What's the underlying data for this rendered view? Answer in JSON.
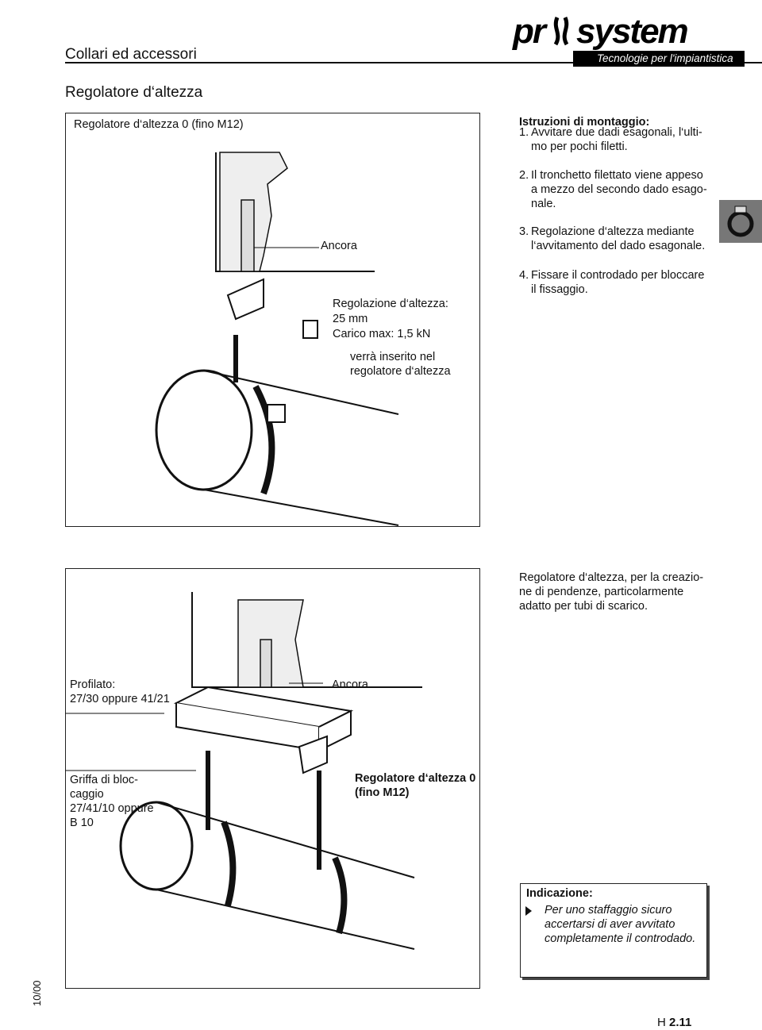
{
  "header": {
    "section_title": "Collari ed accessori",
    "logo_text": "pr system",
    "logo_tagline": "Tecnologie per l'impiantistica"
  },
  "page_title": "Regolatore d‘altezza",
  "figure1": {
    "title": "Regolatore d‘altezza 0 (fino M12)",
    "label_anchor": "Ancora",
    "label_spec_1": "Regolazione d‘altezza:",
    "label_spec_2": "25 mm",
    "label_spec_3": "Carico max: 1,5 kN",
    "label_insert_1": "verrà inserito nel",
    "label_insert_2": "regolatore d‘altezza"
  },
  "instructions": {
    "heading": "Istruzioni di montaggio:",
    "steps": [
      {
        "n": "1.",
        "lines": [
          "Avvitare due dadi esagonali, l‘ulti-",
          "mo per pochi filetti."
        ]
      },
      {
        "n": "2.",
        "lines": [
          "Il tronchetto filettato viene appeso",
          "a mezzo del secondo dado esago-",
          "nale."
        ]
      },
      {
        "n": "3.",
        "lines": [
          "Regolazione d‘altezza mediante",
          "l‘avvitamento del dado esagonale."
        ]
      },
      {
        "n": "4.",
        "lines": [
          "Fissare il controdado per bloccare",
          "il fissaggio."
        ]
      }
    ]
  },
  "figure2": {
    "caption_lines": [
      "Regolatore d‘altezza, per la creazio-",
      "ne di pendenze, particolarmente",
      "adatto per tubi di scarico."
    ],
    "label_profile_1": "Profilato:",
    "label_profile_2": "27/30 oppure 41/21",
    "label_anchor": "Ancora",
    "label_clamp_1": "Griffa di bloc-",
    "label_clamp_2": "caggio",
    "label_clamp_3": "27/41/10 oppure",
    "label_clamp_4": "B 10",
    "label_regulator_1": "Regolatore d‘altezza 0",
    "label_regulator_2": "(fino M12)"
  },
  "note": {
    "heading": "Indicazione:",
    "lines": [
      "Per uno staffaggio sicuro",
      "accertarsi di aver avvitato",
      "completamente il controdado."
    ]
  },
  "footer": {
    "date": "10/00",
    "page_prefix": "H ",
    "page_number": "2.11"
  }
}
